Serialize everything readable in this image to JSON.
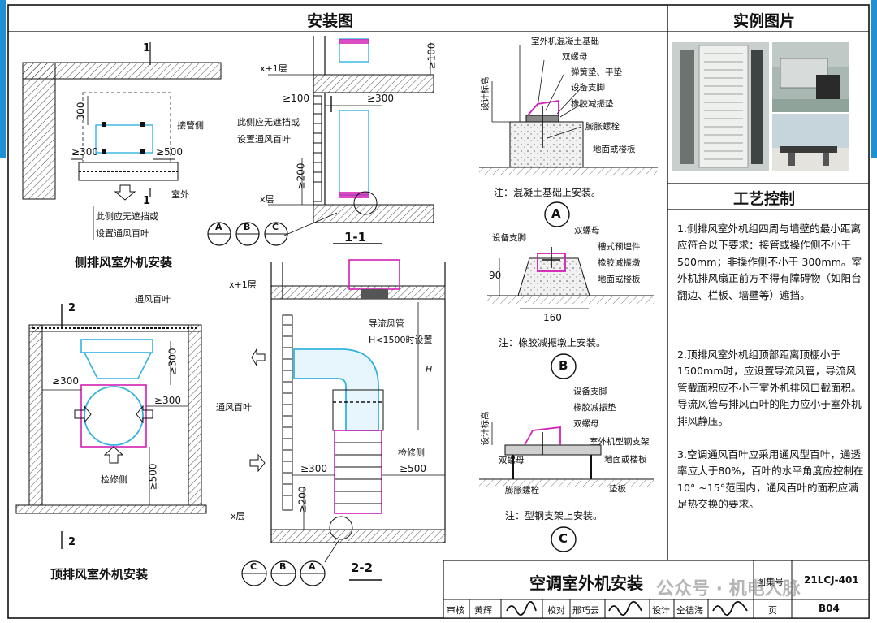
{
  "headers": {
    "install": "安装图",
    "photos": "实例图片",
    "process": "工艺控制"
  },
  "side_exhaust": {
    "section_mark_top": "1",
    "section_mark_bottom": "1",
    "dim_300_vert": "300",
    "dim_300_left": "≥300",
    "dim_500_right": "≥500",
    "pipe_side": "接管侧",
    "outdoor": "室外",
    "note_line1": "此侧应无遮挡或",
    "note_line2": "设置通风百叶",
    "caption": "侧排风室外机安装"
  },
  "section_1_1": {
    "floor_upper": "x+1层",
    "floor_lower": "x层",
    "dim_100_top": "≥100",
    "dim_100_left": "≥100",
    "dim_300": "≥300",
    "dim_200": "≥200",
    "note_line1": "此侧应无遮挡或",
    "note_line2": "设置通风百叶",
    "title": "1-1",
    "circles": [
      "A",
      "B",
      "C"
    ]
  },
  "detail_a": {
    "design_grade": "设计标高",
    "labels": [
      "室外机混凝土基础",
      "双螺母",
      "弹簧垫、平垫",
      "设备支脚",
      "橡胶减振垫",
      "膨胀螺栓",
      "地面或楼板"
    ],
    "note": "注：混凝土基础上安装。",
    "circle": "A"
  },
  "detail_b": {
    "labels": [
      "设备支脚",
      "双螺母",
      "槽式预埋件",
      "橡胶减振墩",
      "地面或楼板"
    ],
    "dim_90": "90",
    "dim_160": "160",
    "note": "注：橡胶减振墩上安装。",
    "circle": "B"
  },
  "detail_c": {
    "design_grade": "设计标高",
    "labels": [
      "设备支脚",
      "橡胶减振垫",
      "双螺母",
      "室外机型钢支架",
      "地面或楼板",
      "双螺母",
      "膨胀螺栓",
      "垫板"
    ],
    "note": "注：型钢支架上安装。",
    "circle": "C"
  },
  "top_exhaust": {
    "section_mark_top": "2",
    "section_mark_bottom": "2",
    "louver": "通风百叶",
    "dim_300_right_top": "≥300",
    "dim_300_left": "≥300",
    "dim_300_right": "≥300",
    "dim_500": "≥500",
    "service_side": "检修侧",
    "caption": "顶排风室外机安装"
  },
  "section_2_2": {
    "floor_upper": "x+1层",
    "floor_lower": "x层",
    "duct": "导流风管",
    "duct_cond": "H<1500时设置",
    "louver": "通风百叶",
    "H": "H",
    "service_side": "检修侧",
    "dim_300": "≥300",
    "dim_500": "≥500",
    "dim_200": "≥200",
    "title": "2-2",
    "circles": [
      "C",
      "B",
      "A"
    ]
  },
  "process_items": [
    "1.侧排风室外机组四周与墙壁的最小距离应符合以下要求：接管或操作侧不小于500mm；非操作侧不小于 300mm。室外机排风扇正前方不得有障碍物（如阳台翻边、栏板、墙壁等）遮挡。",
    "2.顶排风室外机组顶部距离顶棚小于1500mm时，应设置导流风管，导流风管截面积应不小于室外机排风口截面积。导流风管与排风百叶的阻力应小于室外机排风静压。",
    "3.空调通风百叶应采用通风型百叶，通透率应大于80%，百叶的水平角度应控制在10° ~15°范围内，通风百叶的面积应满足热交换的要求。"
  ],
  "title_block": {
    "title": "空调室外机安装",
    "atlas_label": "图集号",
    "atlas_no": "21LCJ-401",
    "review_label": "审核",
    "reviewer": "黄辉",
    "check_label": "校对",
    "checker": "邢巧云",
    "design_label": "设计",
    "designer": "仝德海",
    "page_label": "页",
    "page_no": "B04"
  },
  "watermark": "公众号 · 机电人脉",
  "colors": {
    "frame_blue": "#1f8fd6",
    "duct_cyan": "#33b3e0",
    "unit_magenta": "#d21fb4",
    "line": "#111111"
  }
}
